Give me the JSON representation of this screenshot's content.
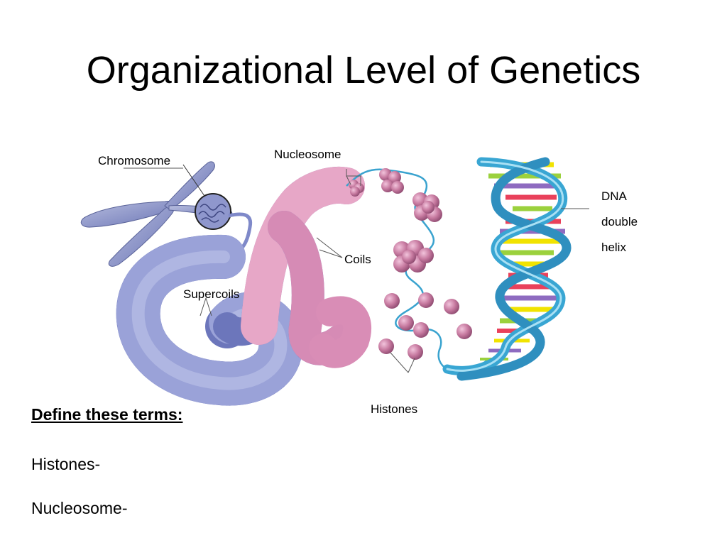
{
  "title": "Organizational Level of Genetics",
  "labels": {
    "chromosome": "Chromosome",
    "nucleosome": "Nucleosome",
    "coils": "Coils",
    "supercoils": "Supercoils",
    "histones": "Histones",
    "dna_lines": [
      "DNA",
      "double",
      "helix"
    ]
  },
  "exercise": {
    "heading": "Define these terms:",
    "terms": [
      "Histones-",
      "Nucleosome-"
    ]
  },
  "colors": {
    "chromosome_blue": "#7f89c9",
    "histone_pink": "#c77aa0",
    "dna_backbone": "#39a6d3",
    "base_yellow": "#f1e300",
    "base_green": "#9bd13d",
    "base_red": "#e9415b",
    "base_purple": "#8e6bc0"
  }
}
